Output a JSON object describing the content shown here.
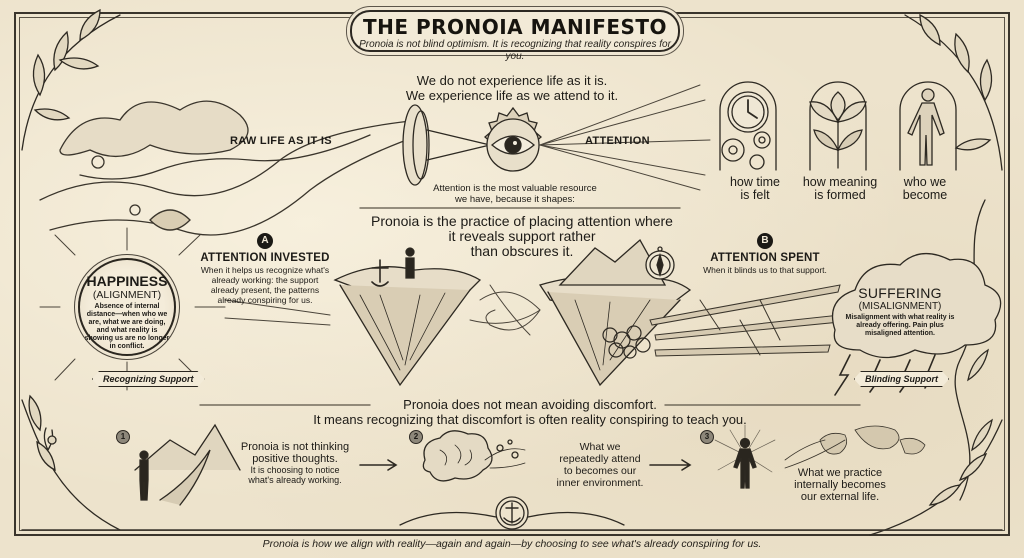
{
  "header": {
    "title": "THE PRONOIA MANIFESTO",
    "subtitle": "Pronoia is not blind optimism. It is recognizing that reality conspires for you."
  },
  "intro": {
    "line1": "We do not experience life as it is.",
    "line2": "We experience life as we attend to it."
  },
  "flow": {
    "raw_label": "RAW LIFE AS IT IS",
    "attention_label": "ATTENTION",
    "resource_line1": "Attention is the most valuable resource",
    "resource_line2": "we have, because it shapes:"
  },
  "shapes": [
    {
      "icon": "clock-gears-icon",
      "line1": "how time",
      "line2": "is felt"
    },
    {
      "icon": "lotus-flower-icon",
      "line1": "how meaning",
      "line2": "is formed"
    },
    {
      "icon": "human-figure-icon",
      "line1": "who we",
      "line2": "become"
    }
  ],
  "practice": {
    "line1": "Pronoia is the practice of placing attention where",
    "line2": "it reveals support rather",
    "line3": "than obscures it."
  },
  "invested": {
    "badge": "A",
    "title": "ATTENTION INVESTED",
    "desc": "When it helps us recognize what's already working: the support already present, the patterns already conspiring for us."
  },
  "spent": {
    "badge": "B",
    "title": "ATTENTION SPENT",
    "desc": "When it blinds us to that support."
  },
  "happiness": {
    "title": "HAPPINESS",
    "subtitle": "(ALIGNMENT)",
    "desc": "Absence of internal distance—when who we are, what we are doing, and what reality is showing us are no longer in conflict.",
    "tag": "Recognizing Support"
  },
  "suffering": {
    "title": "SUFFERING",
    "subtitle": "(MISALIGNMENT)",
    "desc": "Misalignment with what reality is already offering. Pain plus misaligned attention.",
    "tag": "Blinding Support"
  },
  "discomfort": {
    "line1": "Pronoia does not mean avoiding discomfort.",
    "line2": "It means recognizing that discomfort is often reality conspiring to teach you."
  },
  "steps": [
    {
      "num": "1",
      "icon": "path-walker-icon",
      "main": "Pronoia is not thinking positive thoughts.",
      "sub": "It is choosing to notice what's already working."
    },
    {
      "num": "2",
      "icon": "brain-blossom-icon",
      "main": "What we repeatedly attend to becomes our inner environment.",
      "sub": ""
    },
    {
      "num": "3",
      "icon": "radiant-figure-icon",
      "main": "What we practice internally becomes our external life.",
      "sub": ""
    }
  ],
  "footer": {
    "text": "Pronoia is how we align with reality—again and again—by choosing to see what's already conspiring for us."
  },
  "colors": {
    "paper": "#ede3cc",
    "ink": "#1d1b17",
    "badge_fill": "#1b1915",
    "step_badge": "#8d877a"
  }
}
